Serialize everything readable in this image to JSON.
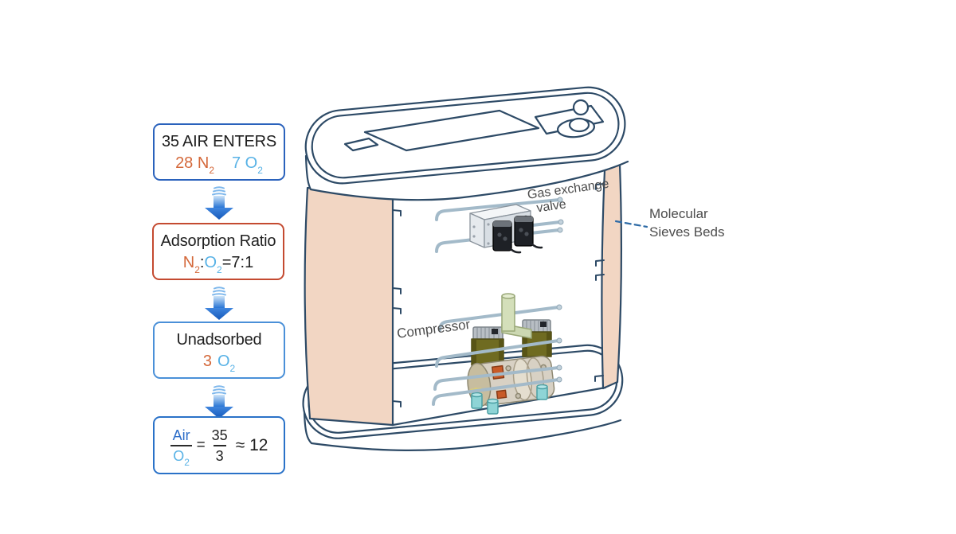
{
  "colors": {
    "flow_title_blue": "#1d4f9e",
    "orange": "#d4683a",
    "light_blue": "#58b2e6",
    "medium_blue": "#2e6ec9",
    "box1_border": "#2a62bc",
    "box2_border": "#c44a30",
    "box3_border": "#4a90d8",
    "box4_border": "#2a72c8",
    "arrow_blue": "#2273d6",
    "device_outline": "#2d4a66",
    "sieve_peach": "#f2d6c3",
    "tube_gray": "#a3bac9",
    "label_gray": "#4c4c4c",
    "leader_blue": "#2e6ba6"
  },
  "flowchart": {
    "box1": {
      "title": "35 AIR ENTERS",
      "n2_main": "28 N",
      "n2_sub": "2",
      "o2_main": "7 O",
      "o2_sub": "2"
    },
    "box2": {
      "title": "Adsorption Ratio",
      "n_main": "N",
      "n_sub": "2",
      "colon": ":",
      "o_main": "O",
      "o_sub": "2",
      "ratio": "=7:1"
    },
    "box3": {
      "title": "Unadsorbed",
      "count": "3",
      "o_main": "O",
      "o_sub": "2"
    },
    "box4": {
      "air": "Air",
      "o_main": "O",
      "o_sub": "2",
      "equals": "=",
      "numerator": "35",
      "denominator": "3",
      "approx": "≈ 12"
    }
  },
  "device_labels": {
    "valve_line1": "Gas exchange",
    "valve_line2": "valve",
    "compressor": "Compressor",
    "sieves_line1": "Molecular",
    "sieves_line2": "Sieves Beds"
  }
}
